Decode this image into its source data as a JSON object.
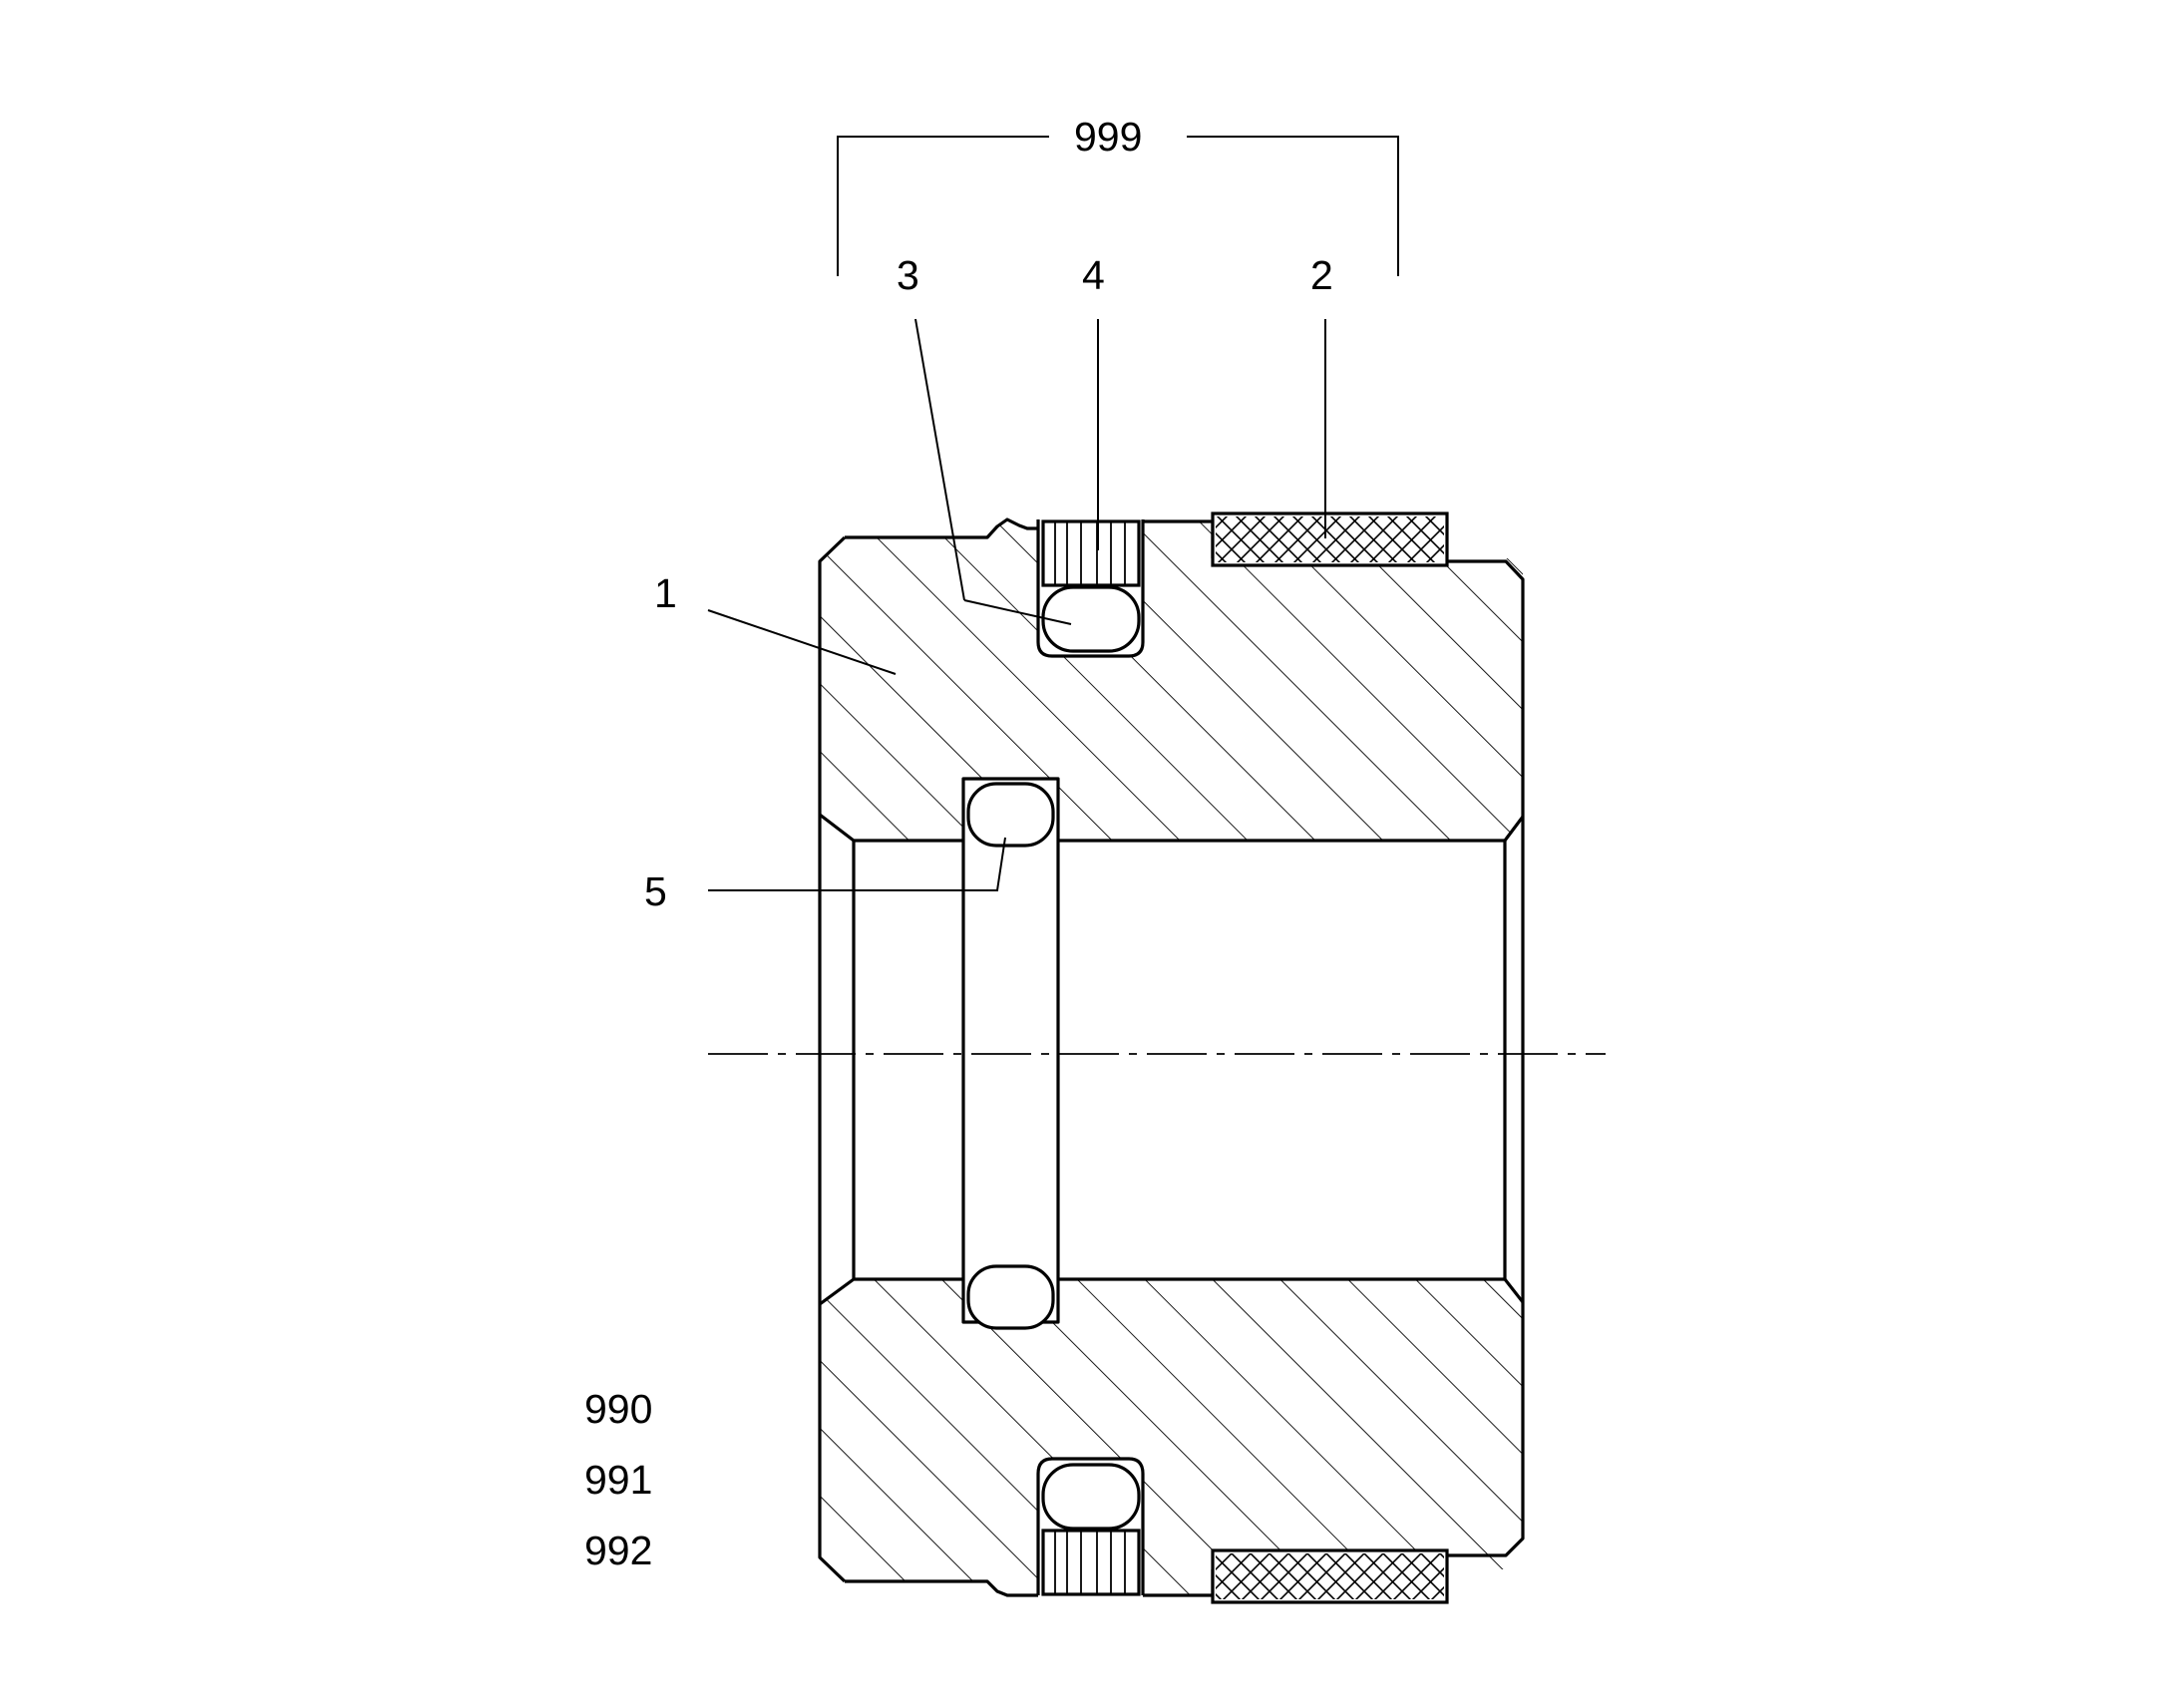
{
  "labels": {
    "group_999": "999",
    "part_1": "1",
    "part_2": "2",
    "part_3": "3",
    "part_4": "4",
    "part_5": "5",
    "ref_990": "990",
    "ref_991": "991",
    "ref_992": "992"
  },
  "colors": {
    "line": "#000000",
    "background": "#ffffff"
  }
}
